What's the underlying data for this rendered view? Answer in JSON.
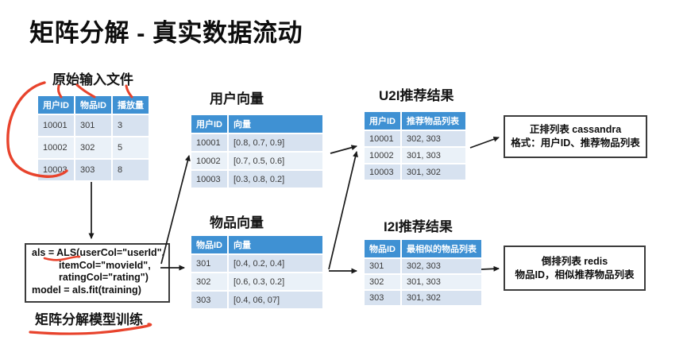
{
  "title": "矩阵分解 - 真实数据流动",
  "colors": {
    "table_header_blue": "#3f91d3",
    "table_row_dark": "#d7e2f0",
    "table_row_light": "#eaf1f8",
    "annotation_red": "#e8432c",
    "arrow_black": "#1a1a1a"
  },
  "original": {
    "label": "原始输入文件",
    "headers": [
      "用户ID",
      "物品ID",
      "播放量"
    ],
    "rows": [
      [
        "10001",
        "301",
        "3"
      ],
      [
        "10002",
        "302",
        "5"
      ],
      [
        "10003",
        "303",
        "8"
      ]
    ]
  },
  "user_vectors": {
    "label": "用户向量",
    "headers": [
      "用户ID",
      "向量"
    ],
    "rows": [
      [
        "10001",
        "[0.8, 0.7, 0.9]"
      ],
      [
        "10002",
        "[0.7, 0.5, 0.6]"
      ],
      [
        "10003",
        "[0.3, 0.8, 0.2]"
      ]
    ]
  },
  "item_vectors": {
    "label": "物品向量",
    "headers": [
      "物品ID",
      "向量"
    ],
    "rows": [
      [
        "301",
        "[0.4, 0.2, 0.4]"
      ],
      [
        "302",
        "[0.6, 0.3, 0.2]"
      ],
      [
        "303",
        "[0.4, 06, 07]"
      ]
    ]
  },
  "u2i": {
    "label": "U2I推荐结果",
    "headers": [
      "用户ID",
      "推荐物品列表"
    ],
    "rows": [
      [
        "10001",
        "302, 303"
      ],
      [
        "10002",
        "301, 303"
      ],
      [
        "10003",
        "301, 302"
      ]
    ]
  },
  "i2i": {
    "label": "I2I推荐结果",
    "headers": [
      "物品ID",
      "最相似的物品列表"
    ],
    "rows": [
      [
        "301",
        "302, 303"
      ],
      [
        "302",
        "301, 303"
      ],
      [
        "303",
        "301, 302"
      ]
    ]
  },
  "code": {
    "lines": [
      "als = ALS(userCol=\"userId\",",
      "itemCol=\"movieId\",",
      "ratingCol=\"rating\")",
      "model = als.fit(training)"
    ],
    "label": "矩阵分解模型训练"
  },
  "cassandra_box": {
    "line1": "正排列表  cassandra",
    "line2": "格式：用户ID、推荐物品列表"
  },
  "redis_box": {
    "line1": "倒排列表 redis",
    "line2": "物品ID，相似推荐物品列表"
  }
}
